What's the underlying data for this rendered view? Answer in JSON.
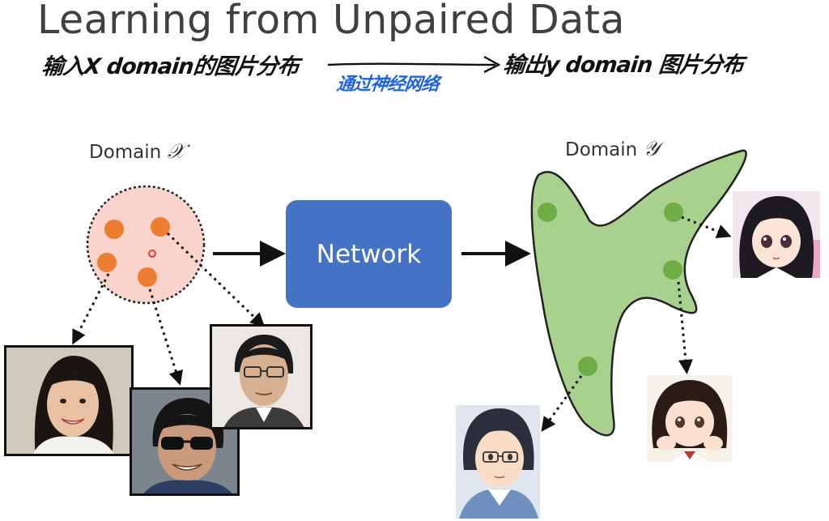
{
  "title": "Learning from Unpaired Data",
  "annotations": {
    "left": "输入X domain的图片分布",
    "right": "输出y domain 图片分布",
    "middle": "通过神经网络"
  },
  "domain_x": {
    "label": "Domain",
    "var": "𝒳"
  },
  "domain_y": {
    "label": "Domain",
    "var": "𝒴"
  },
  "network_label": "Network",
  "colors": {
    "title": "#404040",
    "network_fill": "#4472c4",
    "domain_x_fill": "#f9d3cc",
    "domain_x_dots": "#ed7d31",
    "domain_y_fill": "#a9d18e",
    "domain_y_dots": "#70ad47",
    "annotation_blue": "#1e63e0"
  }
}
